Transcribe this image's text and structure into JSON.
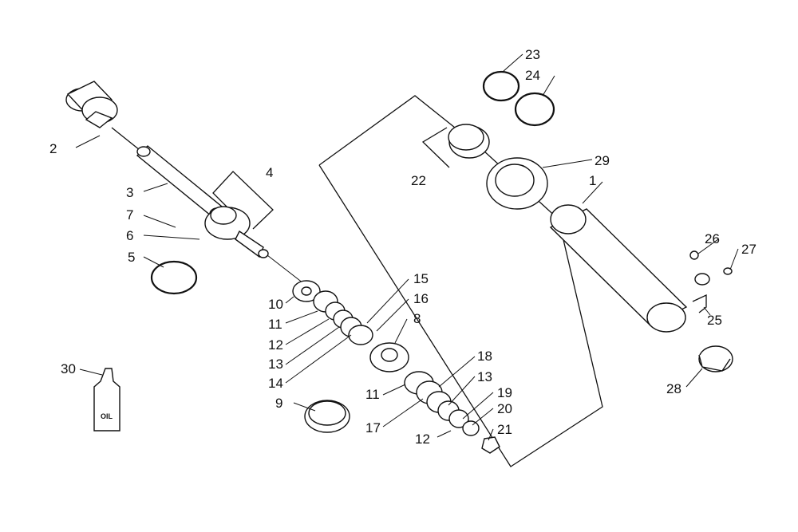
{
  "callouts": [
    "1",
    "2",
    "3",
    "4",
    "5",
    "6",
    "7",
    "8",
    "9",
    "10",
    "11",
    "12",
    "13",
    "14",
    "15",
    "16",
    "17",
    "18",
    "19",
    "20",
    "21",
    "22",
    "23",
    "24",
    "25",
    "26",
    "27",
    "28",
    "29",
    "30",
    "11",
    "12",
    "13"
  ],
  "bottle_text": "OIL"
}
